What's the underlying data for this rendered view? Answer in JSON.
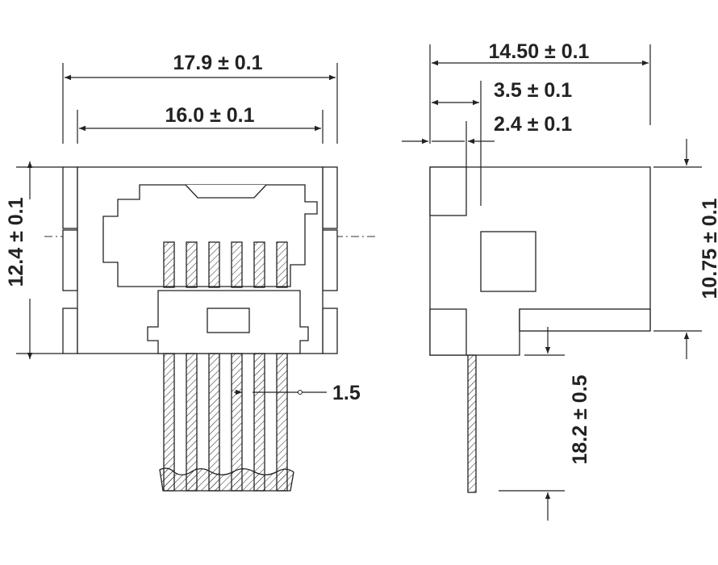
{
  "front_view": {
    "dims": {
      "overall_width": "17.9 ± 0.1",
      "inner_width": "16.0 ± 0.1",
      "height": "12.4 ± 0.1",
      "pin_pitch": "1.5"
    },
    "pin_count": 6
  },
  "side_view": {
    "dims": {
      "depth": "14.50 ± 0.1",
      "offset_a": "3.5 ± 0.1",
      "offset_b": "2.4 ± 0.1",
      "height": "10.75 ± 0.1",
      "pin_length": "18.2 ± 0.5"
    }
  }
}
